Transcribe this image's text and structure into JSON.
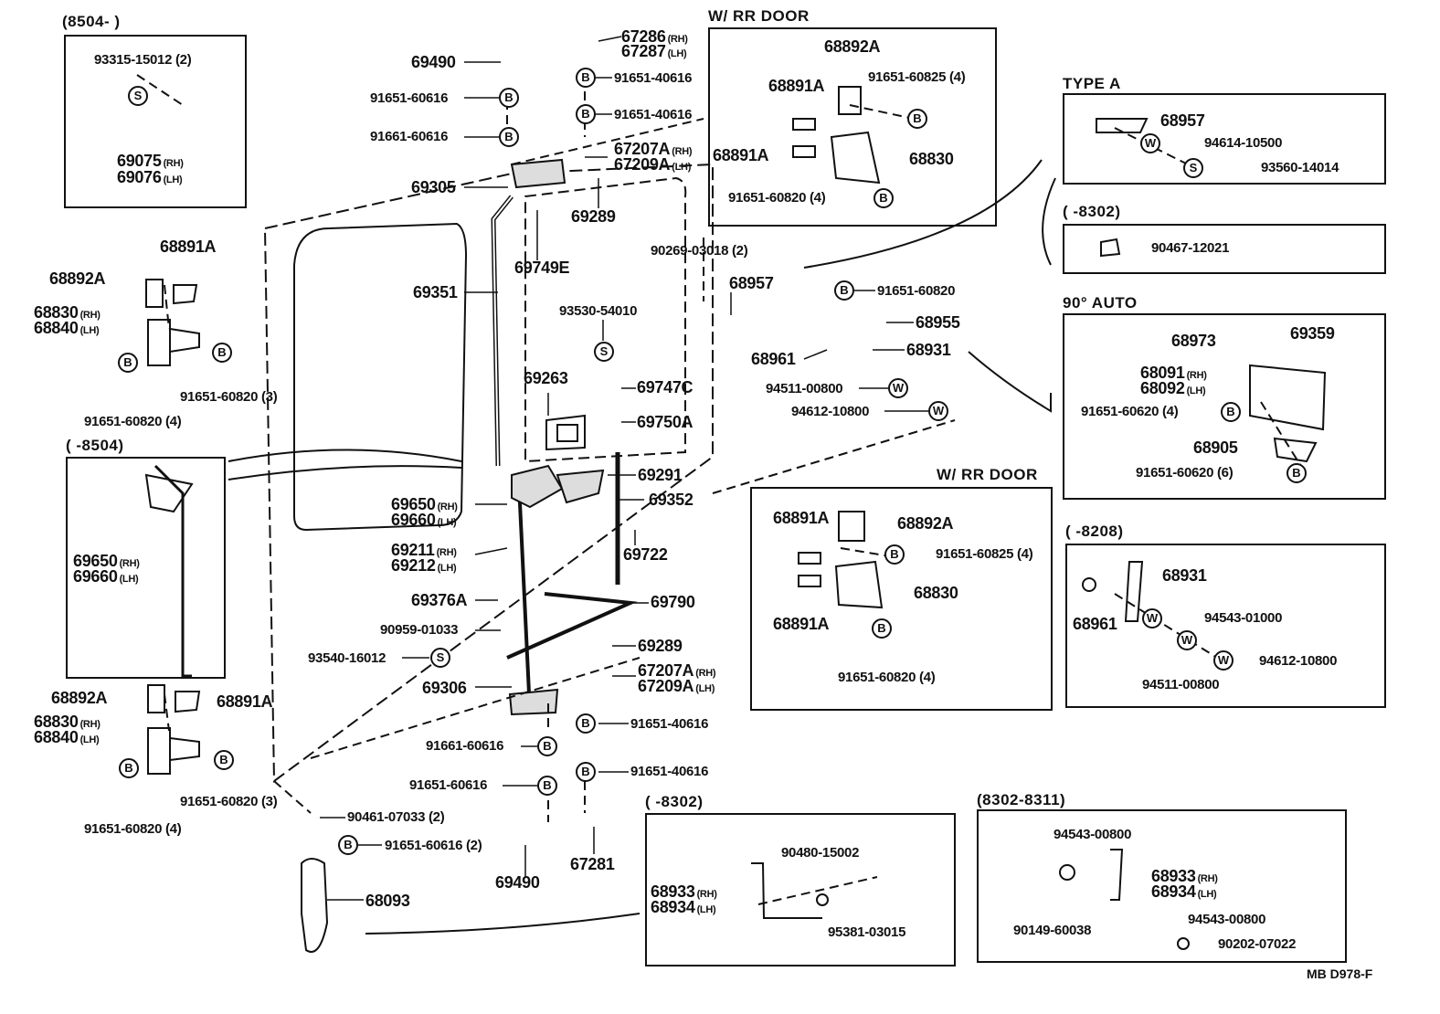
{
  "page": {
    "ref_code": "MB  D978-F"
  },
  "boxes": {
    "b8504": "(8504-          )",
    "wrr1": "W/ RR  DOOR",
    "typea": "TYPE  A",
    "b8302a": "(          -8302)",
    "auto90": "90°  AUTO",
    "b8504b": "(          -8504)",
    "wrr2": "W/ RR  DOOR",
    "b8208": "(          -8208)",
    "b8302b": "(          -8302)",
    "b8311": "(8302-8311)"
  },
  "symbols": {
    "b": "B",
    "s": "S",
    "w": "W"
  },
  "suffix": {
    "rh": "(RH)",
    "lh": "(LH)"
  },
  "parts": {
    "p1": "93315-15012 (2)",
    "p2a": "69075",
    "p2b": "69076",
    "p3": "69490",
    "p4": "91651-60616",
    "p5": "91661-60616",
    "p6a": "67286",
    "p6b": "67287",
    "p7": "91651-40616",
    "p8": "91651-40616",
    "p9a": "67207A",
    "p9b": "67209A",
    "p10": "69289",
    "p11": "69305",
    "p12": "68892A",
    "p13": "68891A",
    "p14": "91651-60825 (4)",
    "p15": "68891A",
    "p16": "68830",
    "p17": "91651-60820 (4)",
    "p18": "68957",
    "p19": "94614-10500",
    "p20": "93560-14014",
    "p21": "90467-12021",
    "p22": "68891A",
    "p23": "68892A",
    "p24a": "68830",
    "p24b": "68840",
    "p25": "91651-60820 (3)",
    "p26": "91651-60820 (4)",
    "p27": "69749E",
    "p28": "69351",
    "p29": "90269-03018 (2)",
    "p30": "68957",
    "p31": "91651-60820",
    "p32": "68955",
    "p33": "68961",
    "p34": "68931",
    "p35": "94511-00800",
    "p36": "94612-10800",
    "p37": "93530-54010",
    "p38": "69263",
    "p39": "69747C",
    "p40": "69750A",
    "p41": "68973",
    "p42": "69359",
    "p43a": "68091",
    "p43b": "68092",
    "p44": "91651-60620 (4)",
    "p45": "68905",
    "p46": "91651-60620 (6)",
    "p47a": "69650",
    "p47b": "69660",
    "p48a": "69650",
    "p48b": "69660",
    "p49": "69291",
    "p50": "69352",
    "p51": "69722",
    "p52a": "69211",
    "p52b": "69212",
    "p53": "69376A",
    "p54": "69790",
    "p55": "90959-01033",
    "p56": "93540-16012",
    "p57": "69289",
    "p58": "69306",
    "p59a": "67207A",
    "p59b": "67209A",
    "p60": "91651-40616",
    "p61": "91661-60616",
    "p62": "68891A",
    "p63": "68892A",
    "p64": "91651-60825 (4)",
    "p65": "68830",
    "p66": "68891A",
    "p67": "91651-60820 (4)",
    "p68": "68931",
    "p69": "68961",
    "p70": "94543-01000",
    "p71": "94612-10800",
    "p72": "94511-00800",
    "p73": "68892A",
    "p74": "68891A",
    "p75a": "68830",
    "p75b": "68840",
    "p76": "91651-60820 (3)",
    "p77": "91651-60820 (4)",
    "p78": "91651-40616",
    "p79": "91651-60616",
    "p80": "69490",
    "p81": "67281",
    "p82": "90461-07033 (2)",
    "p83": "91651-60616 (2)",
    "p84": "68093",
    "p85": "90480-15002",
    "p86a": "68933",
    "p86b": "68934",
    "p87": "95381-03015",
    "p88": "94543-00800",
    "p89a": "68933",
    "p89b": "68934",
    "p90": "90149-60038",
    "p91": "94543-00800",
    "p92": "90202-07022"
  }
}
